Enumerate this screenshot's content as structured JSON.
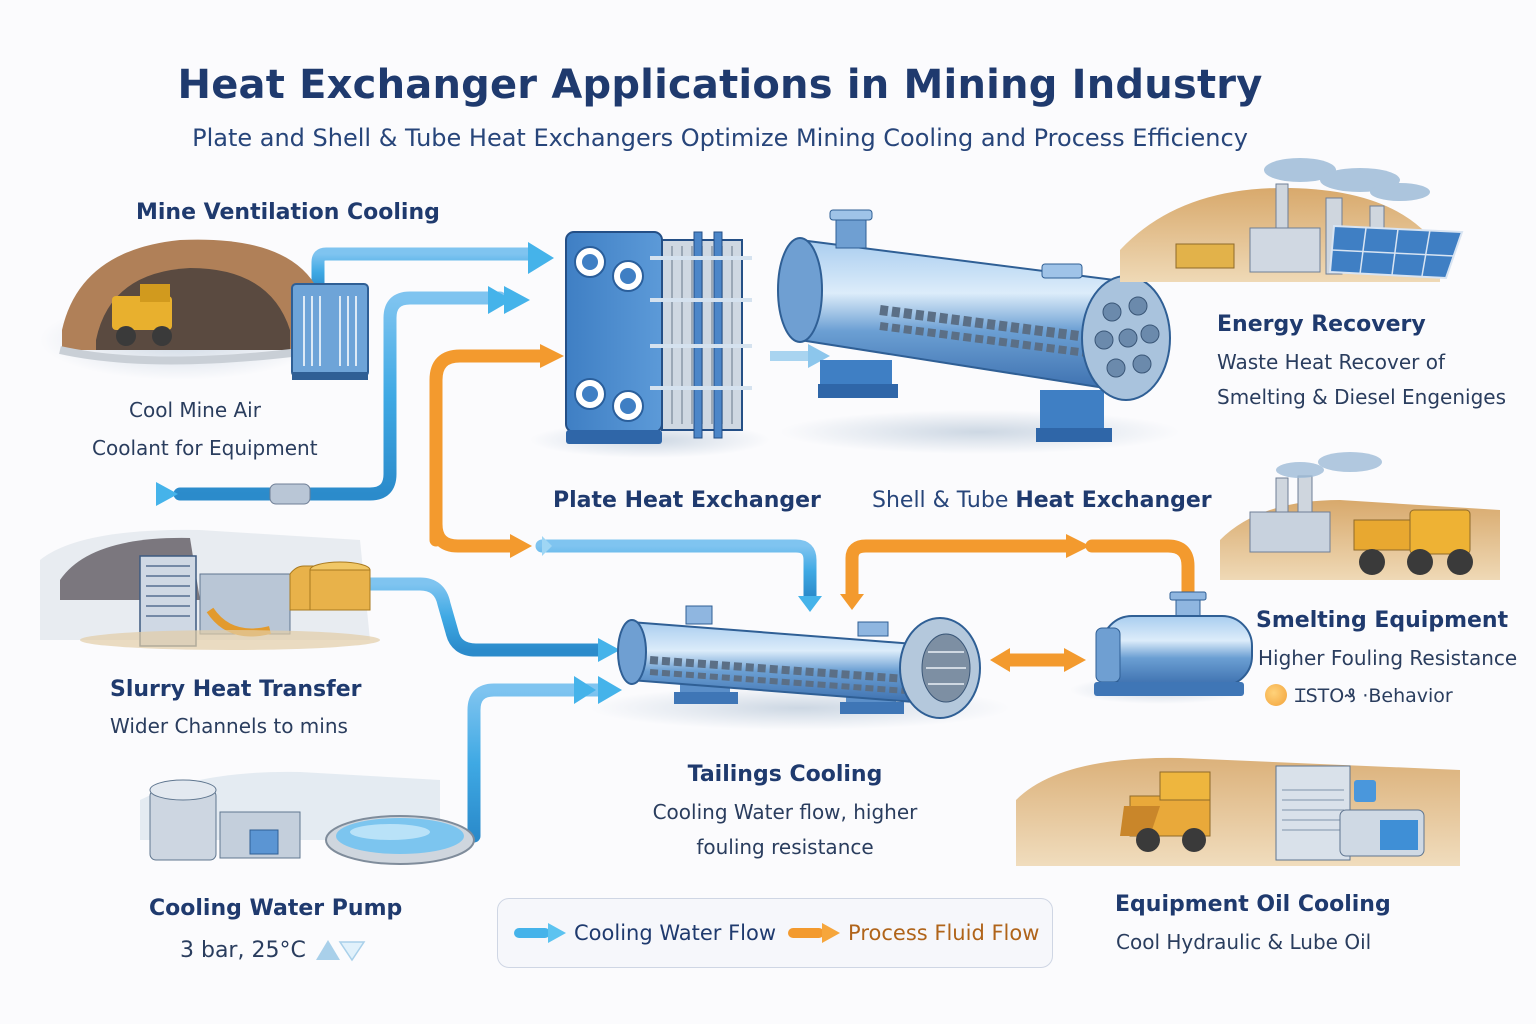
{
  "header": {
    "title": "Heat Exchanger Applications in Mining Industry",
    "subtitle": "Plate and Shell & Tube Heat Exchangers Optimize Mining Cooling and Process Efficiency"
  },
  "colors": {
    "title": "#1f3a6e",
    "cooling_water": "#3fb2e6",
    "process_fluid": "#f39a2e",
    "equipment_blue": "#3f7fc4",
    "background": "#fbfbfd"
  },
  "sections": {
    "mine_ventilation": {
      "title": "Mine Ventilation Cooling",
      "lines": [
        "Cool Mine Air",
        "Coolant for Equipment"
      ]
    },
    "slurry": {
      "title": "Slurry Heat Transfer",
      "lines": [
        "Wider Channels to mins"
      ]
    },
    "pump": {
      "title": "Cooling Water Pump",
      "lines": [
        "3 bar, 25°C"
      ],
      "icon": "up-down-triangles-icon"
    },
    "plate_hx": {
      "title": "Plate Heat Exchanger"
    },
    "shell_tube_hx": {
      "title_light": "Shell & Tube ",
      "title_bold": "Heat Exchanger"
    },
    "tailings": {
      "title": "Tailings Cooling",
      "lines": [
        "Cooling Water flow, higher",
        "fouling resistance"
      ]
    },
    "energy_recovery": {
      "title": "Energy Recovery",
      "lines": [
        "Waste Heat Recover of",
        "Smelting & Diesel Engeniges"
      ]
    },
    "smelting": {
      "title": "Smelting Equipment",
      "lines": [
        "Higher Fouling Resistance",
        "ꞮSTO₰ ·Behavior"
      ]
    },
    "oil_cooling": {
      "title": "Equipment Oil Cooling",
      "lines": [
        "Cool Hydraulic & Lube Oil"
      ]
    }
  },
  "legend": {
    "items": [
      {
        "label": "Cooling Water Flow",
        "color": "#3fb2e6"
      },
      {
        "label": "Process Fluid Flow",
        "color": "#f39a2e"
      }
    ]
  }
}
